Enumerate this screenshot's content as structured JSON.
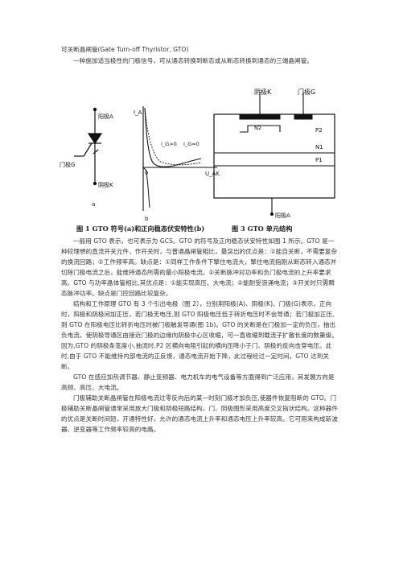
{
  "doc": {
    "title": "可关断晶闸管(Gate Turn-off Thyristor, GTO)",
    "intro": "一种施加适当极性的门极信号，可从通态转换到断态或从断态转换到通态的三端晶闸管。",
    "para_1": "一般用 GTO 表示，也可表示为 GCS。GTO 的符号及正向稳态伏安特性如图 1 所示。GTO 是一种较理想的直流开关元件，作开关时，与普通晶闸管相比，最突出的优点是：①能自关断，不需要复杂的换流回路；②工作频率高。缺点是：①同样工作条件下擎住电流大，擎住电流指刚从断态转入通态并切除门极电流之后，能维持通态所需的最小阳极电流。②关断脉冲对功率和负门极电流的上升率要求高。GTO 与功率晶体管相比,其优点是：①能实现高压、大电流；②能耐受浪涌电流；③开关时只需瞬态脉冲功率。缺点是门控回路比较复杂。",
    "para_2": "结构和工作原理    GTO 有 3 个引出电极（图 2），分别用阳极(A)、阴极(K)、门极(G)表示，正向时，阳极和阴极间加正压，若门极无电压,则 GTO 阳极电压低于转折电压时不会导通；若门极加正压,则 GTO 在阳极电压比转折电压时被门极触发导通(图 1b)。GTO 的关断是在门极加一定的负压，抽出负电流，使阴极导通区由接近门极的边缘向阴极中心区收缩，可一直收缩到载流子扩散长度的数量级。因为,GTO 的阴极条宽度小,抽流时,P2 区横向电阻引起的横向压降小于门、阴极的反向击穿电压。此时,由于 GTO 不能维持内部电流的正反馈，通态电流开始下降，此过程经过一定时间，GTO 达到关断。",
    "para_3": "GTO 在感应加热调节器、静止变频器、电力机车的电气设备等方面得到广泛应用，其发展方向是高频、高压、大电流。",
    "para_4": "门极辅助关断晶闸管在阳极电流过零反向后的某一时刻门极才加负压,使器件恢复阻断的 GTO。门极辅助关断晶闸管通常采用放大门极和阴极短路结构，门、阴极图形采用高度交叉指状结构。这种器件的优点是关断时间短，开通特性好，允许的通态电流上升率和通态电压上升率较高。它可用来构成斩波器、逆变器等工作频率较高的电路。"
  },
  "figure1": {
    "caption": "图 1   GTO 符号(a)和正向稳态伏安特性(b)",
    "label_anode": "阳极A",
    "label_gate": "门极G",
    "label_cathode": "阴极K",
    "label_a": "a",
    "label_b": "b",
    "y_axis": "I_A",
    "x_axis": "U_AK",
    "origin": "0",
    "curve_label_1": "I_G>0",
    "curve_label_2": "I_G=0"
  },
  "figure3": {
    "caption": "图 3   GTO 单元结构",
    "label_cathode": "阴极K",
    "label_gate": "门极G",
    "layer_n2": "N2",
    "layer_p2": "P2",
    "layer_n1": "N1",
    "layer_p1": "P1",
    "label_anode": "阳极A"
  }
}
